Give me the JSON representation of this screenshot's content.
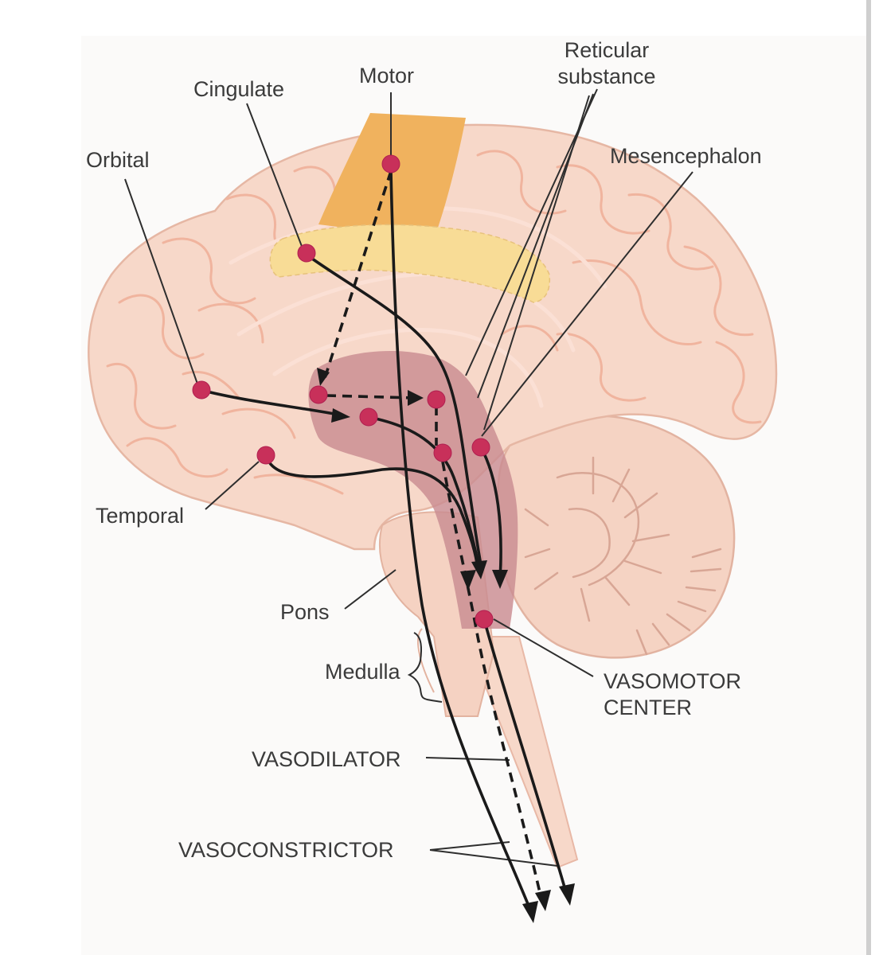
{
  "labels": {
    "orbital": "Orbital",
    "cingulate": "Cingulate",
    "motor": "Motor",
    "reticular_line1": "Reticular",
    "reticular_line2": "substance",
    "mesencephalon": "Mesencephalon",
    "temporal": "Temporal",
    "pons": "Pons",
    "medulla": "Medulla",
    "vasomotor_line1": "VASOMOTOR",
    "vasomotor_line2": "CENTER",
    "vasodilator": "VASODILATOR",
    "vasoconstrictor": "VASOCONSTRICTOR"
  },
  "colors": {
    "brain_fill": "#f7d8c9",
    "motor_cortex": "#f0b25e",
    "cingulate_band": "#f8dc96",
    "reticular_region": "#c98c91",
    "node": "#c8305a",
    "pathway": "#1a1a1a"
  }
}
